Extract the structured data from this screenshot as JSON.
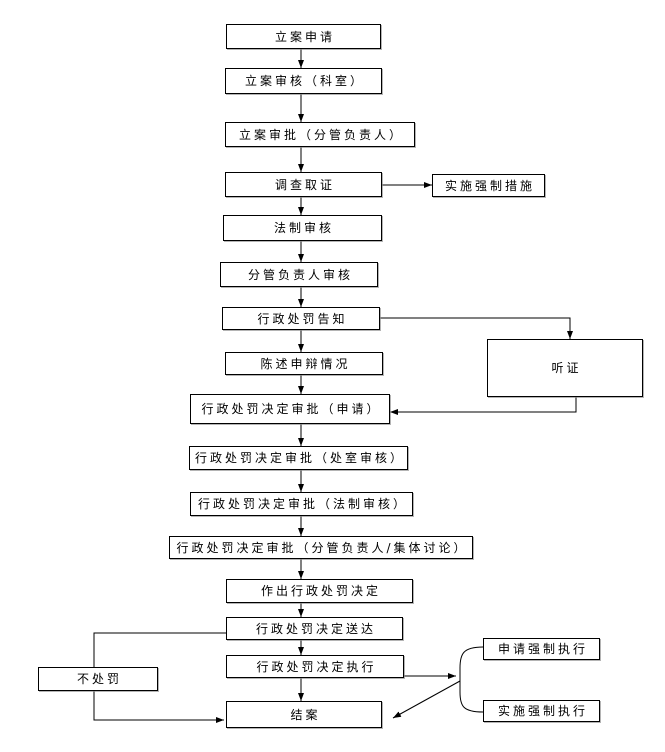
{
  "flowchart": {
    "background_color": "#ffffff",
    "box_fill_color": "#ffffff",
    "box_border_color": "#000000",
    "line_color": "#000000",
    "nodes": [
      {
        "id": "case-filing-application",
        "label": "立案申请"
      },
      {
        "id": "case-filing-review",
        "label": "立案审核（科室）"
      },
      {
        "id": "case-filing-approval",
        "label": "立案审批（分管负责人）"
      },
      {
        "id": "investigation-evidence",
        "label": "调查取证"
      },
      {
        "id": "implement-compulsory-measures",
        "label": "实施强制措施"
      },
      {
        "id": "legal-review",
        "label": "法制审核"
      },
      {
        "id": "leader-review",
        "label": "分管负责人审核"
      },
      {
        "id": "penalty-notification",
        "label": "行政处罚告知"
      },
      {
        "id": "statement-defense",
        "label": "陈述申辩情况"
      },
      {
        "id": "hearing",
        "label": "听证"
      },
      {
        "id": "penalty-decision-approval-application",
        "label": "行政处罚决定审批（申请）"
      },
      {
        "id": "penalty-decision-approval-office-review",
        "label": "行政处罚决定审批（处室审核）"
      },
      {
        "id": "penalty-decision-approval-legal-review",
        "label": "行政处罚决定审批（法制审核）"
      },
      {
        "id": "penalty-decision-approval-leader-discussion",
        "label": "行政处罚决定审批（分管负责人/集体讨论）"
      },
      {
        "id": "make-penalty-decision",
        "label": "作出行政处罚决定"
      },
      {
        "id": "penalty-decision-delivery",
        "label": "行政处罚决定送达"
      },
      {
        "id": "penalty-decision-execution",
        "label": "行政处罚决定执行"
      },
      {
        "id": "no-penalty",
        "label": "不处罚"
      },
      {
        "id": "case-closed",
        "label": "结案"
      },
      {
        "id": "apply-compulsory-enforcement",
        "label": "申请强制执行"
      },
      {
        "id": "implement-compulsory-enforcement",
        "label": "实施强制执行"
      }
    ],
    "edges": [
      {
        "from": "case-filing-application",
        "to": "case-filing-review"
      },
      {
        "from": "case-filing-review",
        "to": "case-filing-approval"
      },
      {
        "from": "case-filing-approval",
        "to": "investigation-evidence"
      },
      {
        "from": "investigation-evidence",
        "to": "implement-compulsory-measures"
      },
      {
        "from": "investigation-evidence",
        "to": "legal-review"
      },
      {
        "from": "legal-review",
        "to": "leader-review"
      },
      {
        "from": "leader-review",
        "to": "penalty-notification"
      },
      {
        "from": "penalty-notification",
        "to": "statement-defense"
      },
      {
        "from": "penalty-notification",
        "to": "hearing"
      },
      {
        "from": "hearing",
        "to": "penalty-decision-approval-application"
      },
      {
        "from": "statement-defense",
        "to": "penalty-decision-approval-application"
      },
      {
        "from": "penalty-decision-approval-application",
        "to": "penalty-decision-approval-office-review"
      },
      {
        "from": "penalty-decision-approval-office-review",
        "to": "penalty-decision-approval-legal-review"
      },
      {
        "from": "penalty-decision-approval-legal-review",
        "to": "penalty-decision-approval-leader-discussion"
      },
      {
        "from": "penalty-decision-approval-leader-discussion",
        "to": "make-penalty-decision"
      },
      {
        "from": "make-penalty-decision",
        "to": "penalty-decision-delivery"
      },
      {
        "from": "penalty-decision-delivery",
        "to": "penalty-decision-execution"
      },
      {
        "from": "penalty-decision-execution",
        "to": "case-closed"
      },
      {
        "from": "penalty-decision-delivery",
        "to": "no-penalty"
      },
      {
        "from": "no-penalty",
        "to": "case-closed"
      },
      {
        "from": "penalty-decision-execution",
        "to": "apply-compulsory-enforcement"
      },
      {
        "from": "penalty-decision-execution",
        "to": "implement-compulsory-enforcement"
      },
      {
        "from": "compulsory-enforcement-branch",
        "to": "case-closed"
      }
    ]
  }
}
